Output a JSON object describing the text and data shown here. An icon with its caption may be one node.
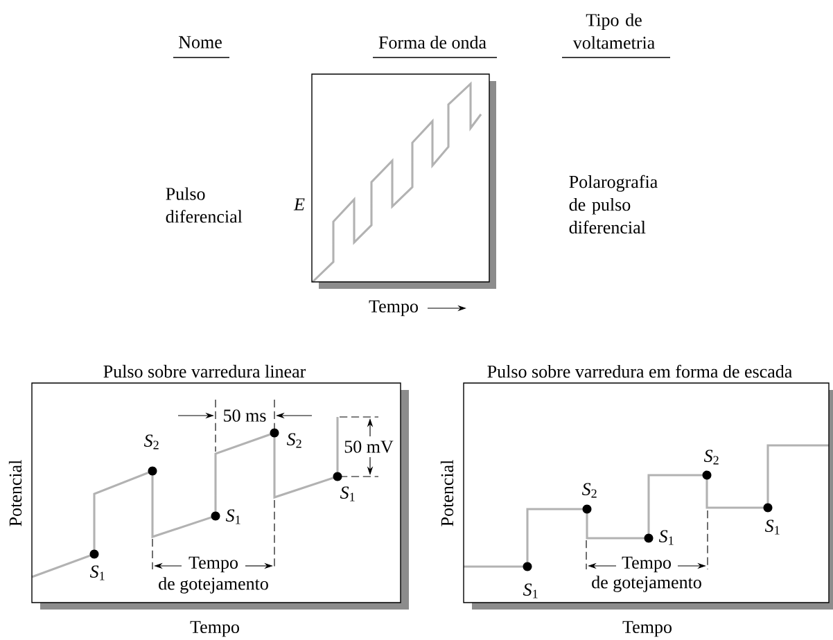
{
  "diagram": {
    "labels": [
      "Nome",
      "Forma de onda",
      "Tipo de voltametria",
      "Pulso diferencial",
      "E",
      "Polarografia de pulso diferencial",
      "Tempo",
      "Pulso sobre varredura linear",
      "Pulso sobre varredura em forma de escada",
      "50 ms",
      "*S*$_{2}$",
      "*S*$_{2}$",
      "50 mV",
      "*S*$_{1}$",
      "Potencial",
      "*S*$_{1}$",
      "Tempo",
      "*S*$_{1}$",
      "de gotejamento",
      "Tempo",
      "*S*$_{2}$",
      "Potencial",
      "*S*$_{2}$",
      "*S*$_{1}$",
      "*S*$_{1}$",
      "Tempo",
      "de gotejamento",
      "*S*$_{1}$",
      "Tempo"
    ]
  }
}
